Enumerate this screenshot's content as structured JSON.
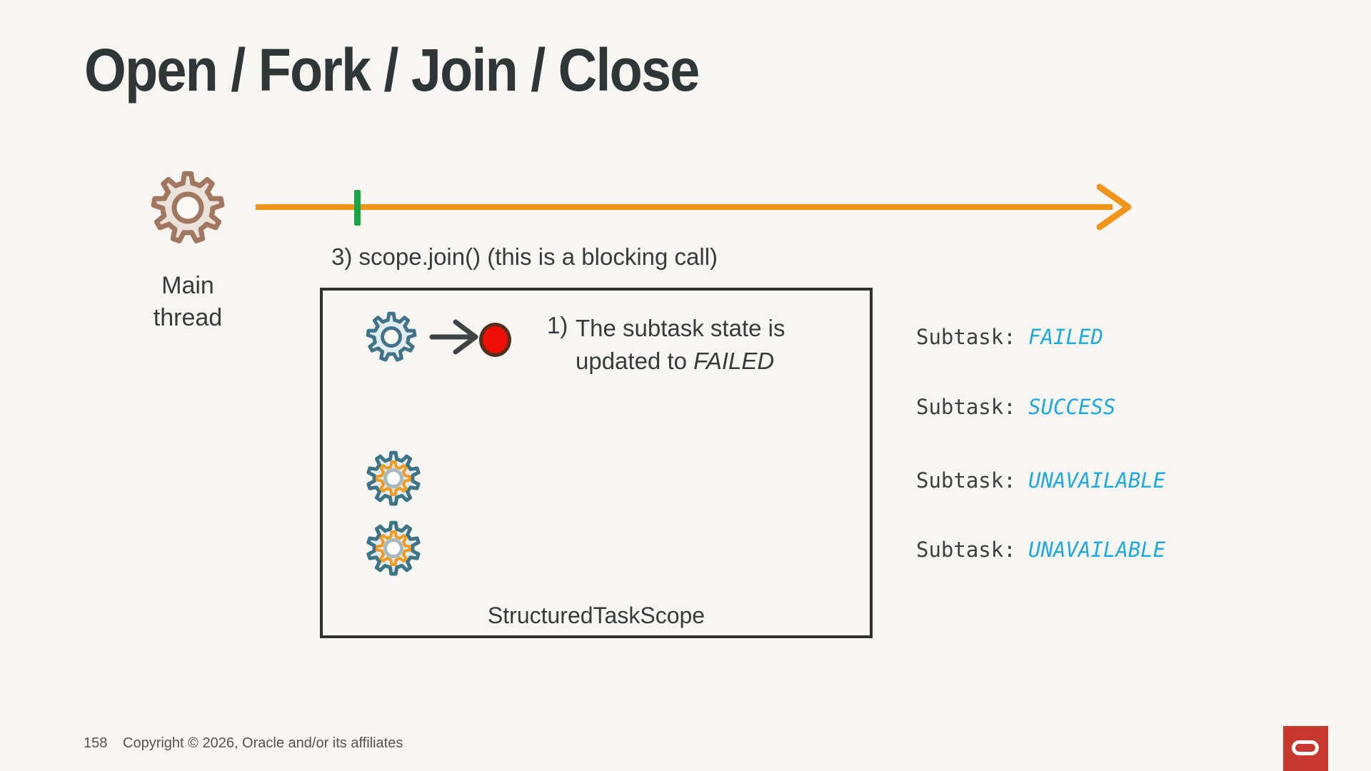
{
  "page": {
    "title": "Open / Fork / Join / Close"
  },
  "main_thread": {
    "label": [
      "Main",
      "thread"
    ]
  },
  "timeline": {
    "annotation": "3) scope.join() (this is a blocking call)"
  },
  "scope_box": {
    "label": "StructuredTaskScope",
    "note": {
      "number": "1)",
      "line1": "The subtask state is",
      "line2_prefix": "updated to ",
      "line2_emphasis": "FAILED"
    }
  },
  "subtasks": [
    {
      "prefix": "Subtask: ",
      "status": "FAILED"
    },
    {
      "prefix": "Subtask: ",
      "status": "SUCCESS"
    },
    {
      "prefix": "Subtask: ",
      "status": "UNAVAILABLE"
    },
    {
      "prefix": "Subtask: ",
      "status": "UNAVAILABLE"
    }
  ],
  "footer": {
    "page_number": "158",
    "copyright": "Copyright © 2026, Oracle and/or its affiliates"
  },
  "icons": {
    "main_thread_gear": "gear-icon",
    "subtask_gear": "gear-icon",
    "busy_gear_1": "double-gear-icon",
    "busy_gear_2": "double-gear-icon",
    "failed_marker": "red-circle-icon",
    "state_arrow": "right-arrow-icon",
    "timeline_arrow": "timeline-right-arrow-icon",
    "join_marker": "green-tick-marker",
    "oracle_logo": "oracle-logo"
  },
  "colors": {
    "background": "#F8F6F2",
    "title_dark": "#2F3638",
    "timeline_orange": "#F0941C",
    "join_marker_green": "#18A546",
    "status_cyan": "#1FA9E1",
    "failed_red": "#EF0E06",
    "oracle_red": "#C9382E",
    "gear_brown": "#A1785F",
    "gear_teal": "#40748A",
    "gear_inner_orange": "#F09A20",
    "box_border_dark": "#2E3132"
  }
}
